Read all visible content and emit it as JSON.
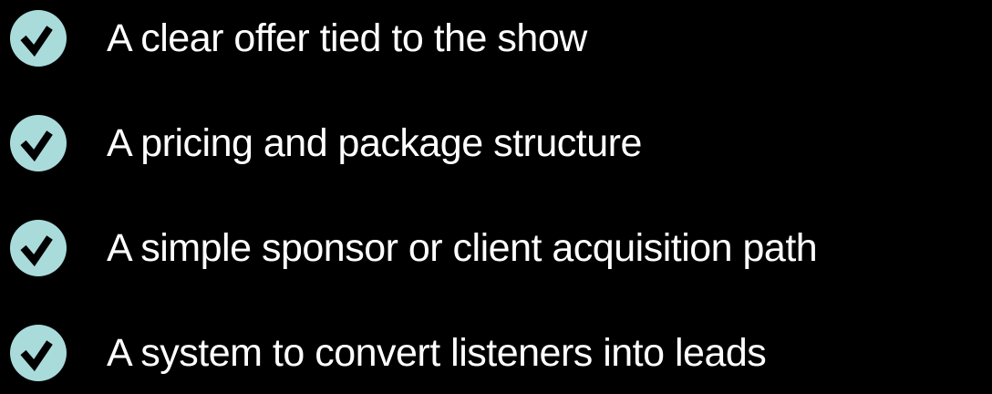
{
  "page": {
    "background_color": "#000000",
    "text_color": "#FFFFFF"
  },
  "checklist": {
    "icon": {
      "name": "check-icon",
      "circle_color": "#A9DBDB",
      "check_color": "#000000"
    },
    "items": [
      {
        "label": "A clear offer tied to the show"
      },
      {
        "label": "A pricing and package structure"
      },
      {
        "label": "A simple sponsor or client acquisition path"
      },
      {
        "label": "A system to convert listeners into leads"
      }
    ]
  }
}
